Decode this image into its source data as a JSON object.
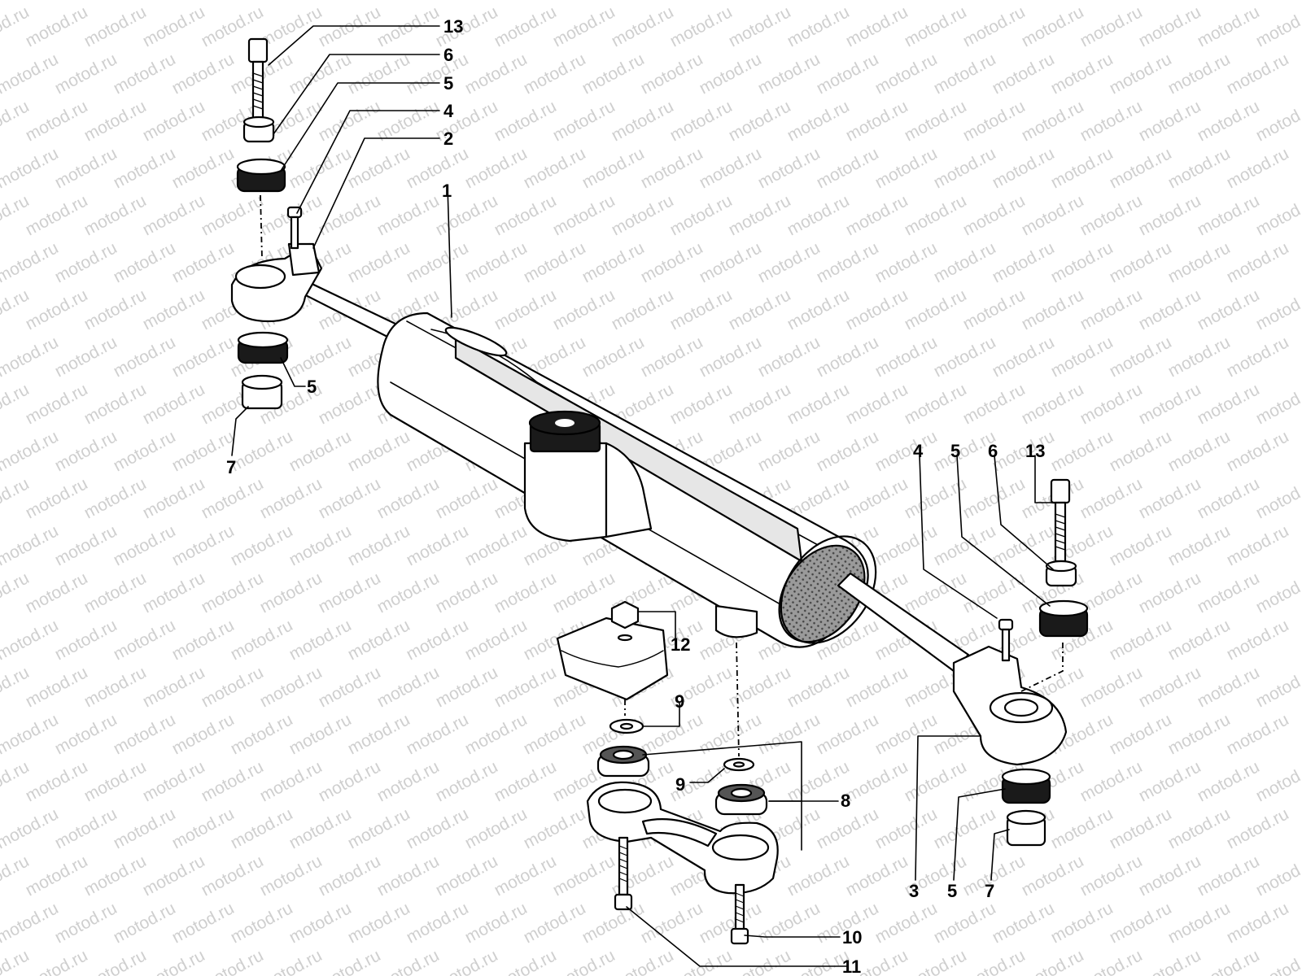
{
  "watermark": "motod.ru",
  "callouts": [
    {
      "id": "13",
      "label": "13"
    },
    {
      "id": "6",
      "label": "6"
    },
    {
      "id": "5",
      "label": "5"
    },
    {
      "id": "4",
      "label": "4"
    },
    {
      "id": "2",
      "label": "2"
    },
    {
      "id": "1",
      "label": "1"
    },
    {
      "id": "5b",
      "label": "5"
    },
    {
      "id": "7",
      "label": "7"
    },
    {
      "id": "4r",
      "label": "4"
    },
    {
      "id": "5r",
      "label": "5"
    },
    {
      "id": "6r",
      "label": "6"
    },
    {
      "id": "13r",
      "label": "13"
    },
    {
      "id": "12",
      "label": "12"
    },
    {
      "id": "9",
      "label": "9"
    },
    {
      "id": "9b",
      "label": "9"
    },
    {
      "id": "8",
      "label": "8"
    },
    {
      "id": "3",
      "label": "3"
    },
    {
      "id": "5rb",
      "label": "5"
    },
    {
      "id": "7r",
      "label": "7"
    },
    {
      "id": "10",
      "label": "10"
    },
    {
      "id": "11",
      "label": "11"
    }
  ],
  "colors": {
    "ink": "#000000",
    "paper": "#ffffff",
    "watermark": "#cfcfcf",
    "part_dark": "#1a1a1a"
  }
}
